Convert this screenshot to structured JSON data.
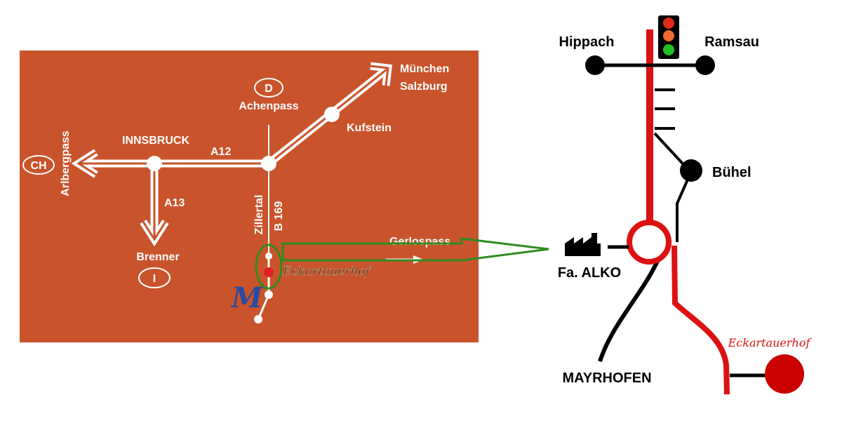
{
  "overview_map": {
    "destinations": {
      "muenchen": "München",
      "salzburg": "Salzburg",
      "kufstein": "Kufstein",
      "achenpass": "Achenpass",
      "innsbruck": "INNSBRUCK",
      "arlbergpass": "Arlbergpass",
      "brenner": "Brenner",
      "gerlospass": "Gerlospass"
    },
    "country_badges": {
      "germany": "D",
      "switzerland": "CH",
      "italy": "I"
    },
    "roads": {
      "a12": "A12",
      "a13": "A13",
      "zillertal": "Zillertal",
      "b169": "B 169"
    },
    "place_marker": "Eckartauerhof",
    "logo_letter": "M"
  },
  "detail_map": {
    "places": {
      "hippach": "Hippach",
      "ramsau": "Ramsau",
      "buehel": "Bühel",
      "alko": "Fa. ALKO",
      "mayrhofen": "MAYRHOFEN"
    },
    "destination": "Eckartauerhof",
    "icons": {
      "factory": "factory-icon",
      "traffic_light": "traffic-light-icon"
    }
  },
  "colors": {
    "overview_background": "#c9532b",
    "route_red": "#dd1111",
    "highlight_green": "#2e8b1e",
    "destination_red": "#cc0000",
    "logo_blue": "#2c4aa0",
    "traffic_light_red": "#e02a1a",
    "traffic_light_orange": "#ee6a30",
    "traffic_light_green": "#1fbf1f"
  }
}
